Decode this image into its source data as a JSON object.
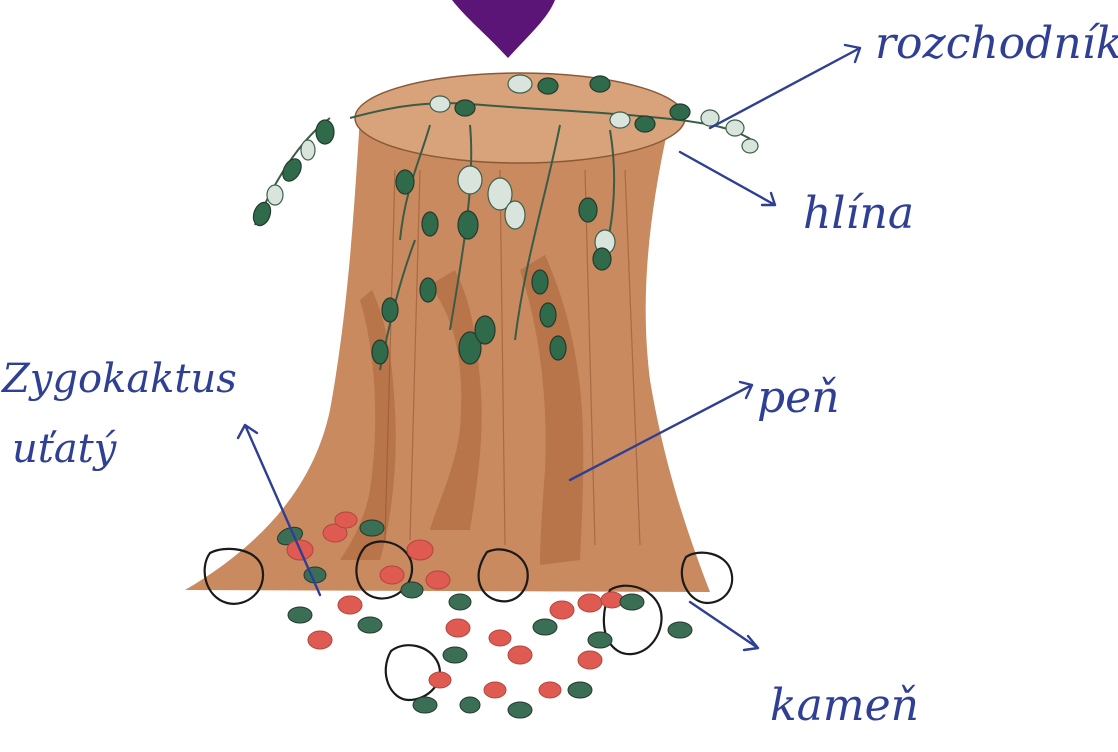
{
  "labels": {
    "rozchodnik": "rozchodník",
    "klina": "hlína",
    "pen": "peň",
    "zygokaktus_line1": "Zygokaktus",
    "zygokaktus_line2": "uťatý",
    "kamen": "kameň"
  },
  "colors": {
    "ink": "#2f3f94",
    "stump": "#c98a5f",
    "moss": "#2f6b4a",
    "cactus_flower": "#df5a50",
    "top_purple": "#5a1577"
  }
}
